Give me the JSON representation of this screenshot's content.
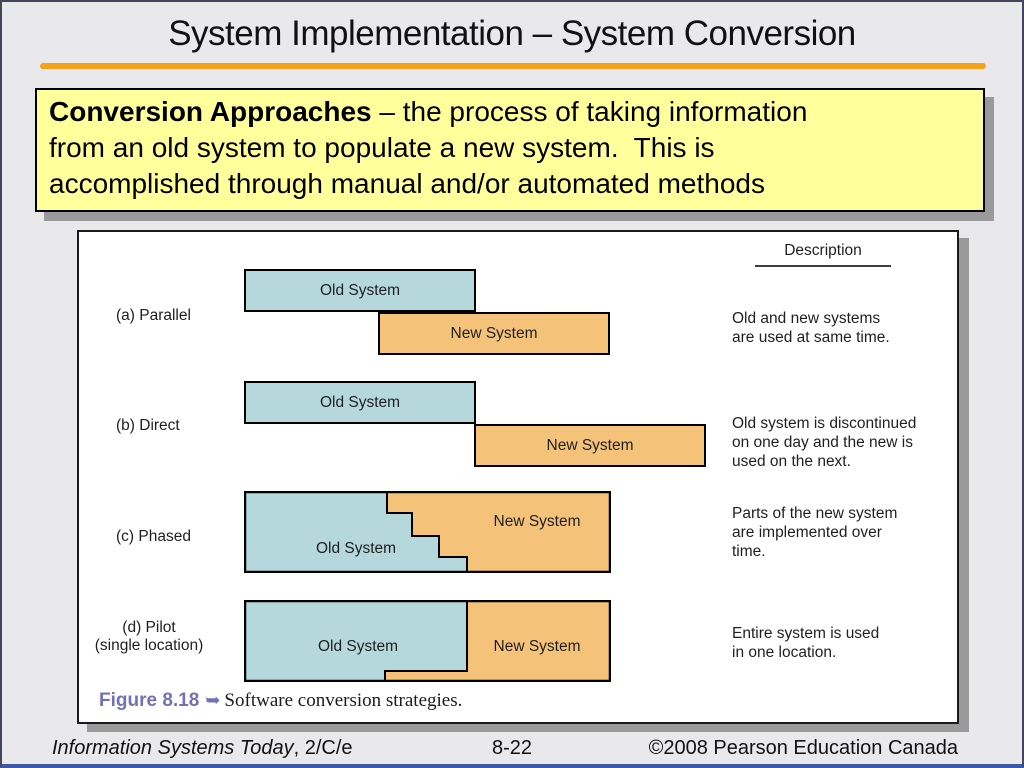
{
  "title": "System Implementation – System Conversion",
  "callout": {
    "lead": "Conversion Approaches",
    "body": " – the process of taking information\nfrom an old system to populate a new system.  This is\naccomplished through manual and/or automated methods"
  },
  "figure": {
    "description_header": "Description",
    "rows": [
      {
        "label": "(a) Parallel",
        "old_label": "Old System",
        "new_label": "New System",
        "description": "Old and new systems\nare used at same time."
      },
      {
        "label": "(b) Direct",
        "old_label": "Old System",
        "new_label": "New System",
        "description": "Old system is discontinued\non one day and the new is\nused on the next."
      },
      {
        "label": "(c) Phased",
        "old_label": "Old System",
        "new_label": "New System",
        "description": "Parts of the new system\nare implemented over\ntime."
      },
      {
        "label": "(d) Pilot\n(single location)",
        "old_label": "Old System",
        "new_label": "New System",
        "description": "Entire system is used\nin one location."
      }
    ],
    "caption": {
      "figure_number": "Figure 8.18",
      "arrow_glyph": "➥",
      "text": "Software conversion strategies."
    }
  },
  "footer": {
    "book_title_italic": "Information Systems Today",
    "book_title_rest": ", 2/C/e",
    "page_number": "8-22",
    "copyright": "©2008 Pearson Education Canada"
  },
  "colors": {
    "old_system": "#B5D8DD",
    "new_system": "#F4C379",
    "accent_rule": "#F7A11B",
    "callout_bg": "#FFFF9C",
    "caption_accent": "#7272B2"
  }
}
